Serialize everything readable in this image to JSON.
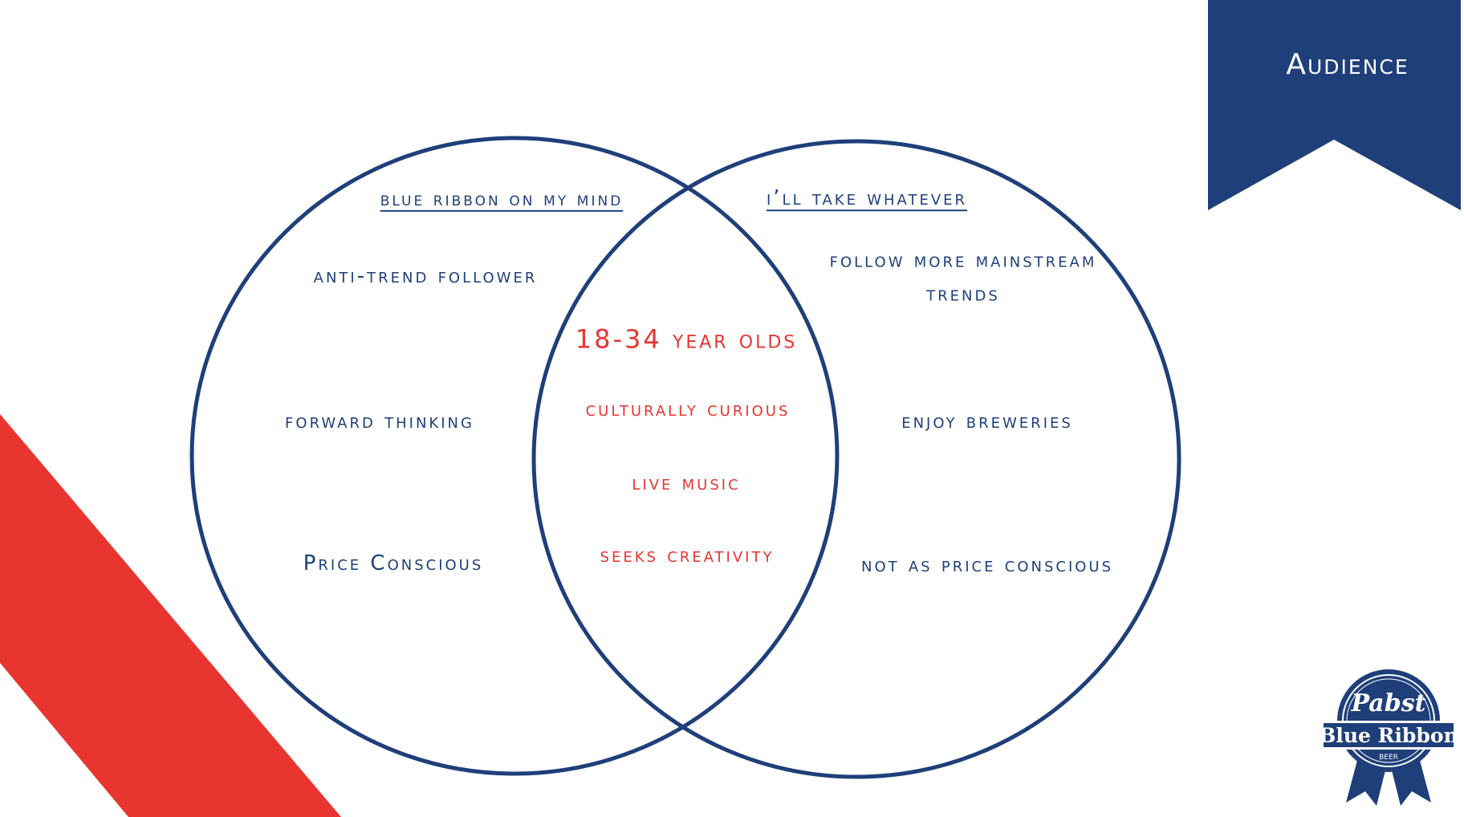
{
  "slide": {
    "section_label": "Audience"
  },
  "colors": {
    "navy": "#1f3f7a",
    "red": "#e8352f",
    "white": "#ffffff"
  },
  "venn": {
    "left": {
      "heading": "blue ribbon on my mind",
      "items": [
        "anti-trend follower",
        "forward thinking",
        "Price Conscious"
      ]
    },
    "right": {
      "heading": "I’ll take whatever",
      "items": [
        "follow more mainstream trends",
        "enjoy breweries",
        "not as price conscious"
      ]
    },
    "overlap": {
      "items": [
        "18-34 year olds",
        "culturally curious",
        "live music",
        "seeks creativity"
      ]
    }
  },
  "logo": {
    "line1": "Pabst",
    "line2": "Blue Ribbon",
    "line3": "BEER"
  }
}
